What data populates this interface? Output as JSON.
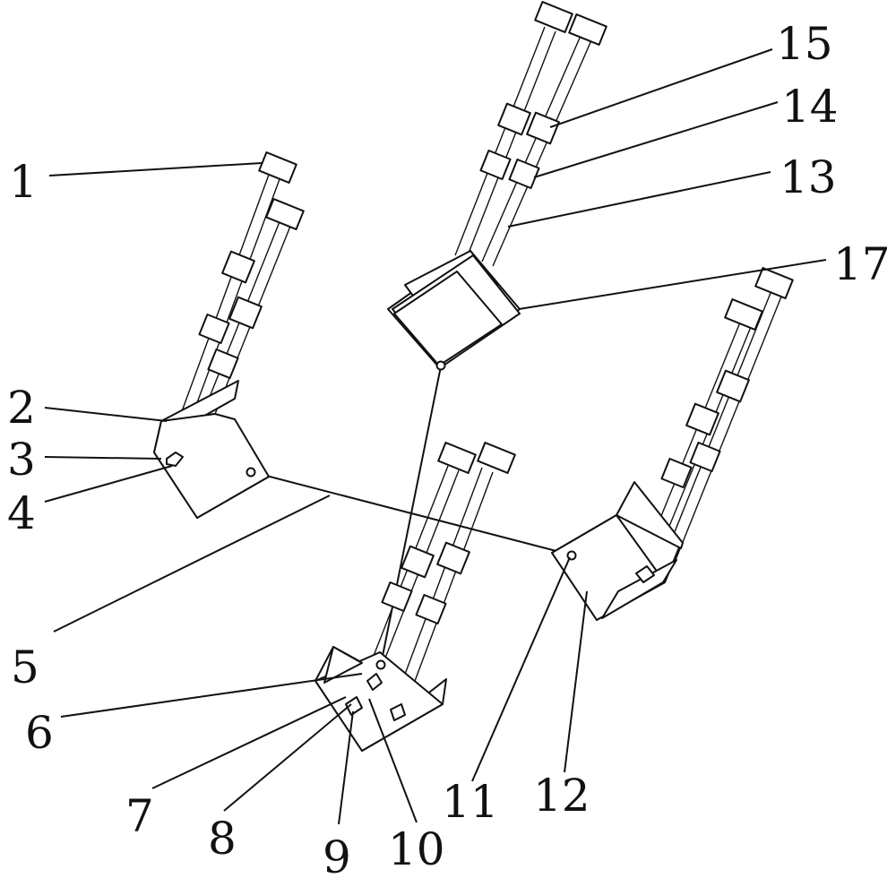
{
  "labels": [
    "1",
    "2",
    "3",
    "4",
    "5",
    "6",
    "7",
    "8",
    "9",
    "10",
    "11",
    "12",
    "13",
    "14",
    "15",
    "17"
  ],
  "colors": {
    "line": "#111111",
    "background": "#ffffff"
  }
}
